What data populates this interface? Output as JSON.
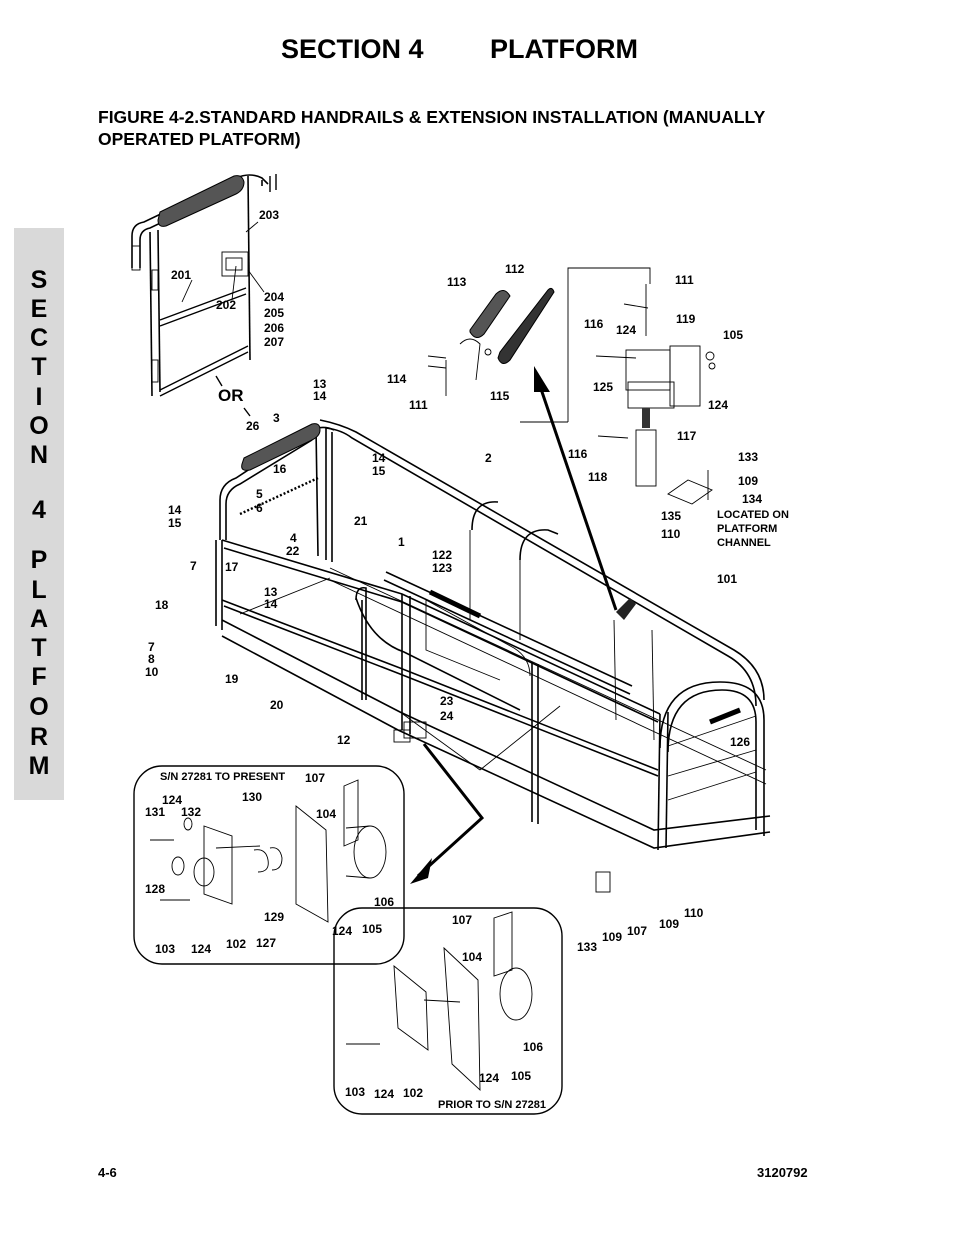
{
  "header": {
    "section": "SECTION 4",
    "title": "PLATFORM"
  },
  "figure_title": "FIGURE 4-2.STANDARD HANDRAILS & EXTENSION INSTALLATION (MANUALLY OPERATED PLATFORM)",
  "side_tab": {
    "letters": [
      "S",
      "E",
      "C",
      "T",
      "I",
      "O",
      "N",
      "4",
      "P",
      "L",
      "A",
      "T",
      "F",
      "O",
      "R",
      "M"
    ]
  },
  "diagram": {
    "or_label": "OR",
    "callouts": {
      "c203": "203",
      "c201": "201",
      "c202": "202",
      "c204": "204",
      "c205": "205",
      "c206": "206",
      "c207": "207",
      "c112": "112",
      "c113": "113",
      "c114": "114",
      "c111a": "111",
      "c115": "115",
      "c111b": "111",
      "c116a": "116",
      "c124a": "124",
      "c119": "119",
      "c105a": "105",
      "c125": "125",
      "c124b": "124",
      "c117": "117",
      "c116b": "116",
      "c118": "118",
      "c133a": "133",
      "c109a": "109",
      "c134": "134",
      "c135": "135",
      "c110a": "110",
      "c13a": "13",
      "c14a": "14",
      "c3": "3",
      "c26": "26",
      "c16": "16",
      "c14b": "14",
      "c15b": "15",
      "c2": "2",
      "c5": "5",
      "c6": "6",
      "c14c": "14",
      "c15c": "15",
      "c21": "21",
      "c4": "4",
      "c22": "22",
      "c1": "1",
      "c122": "122",
      "c123": "123",
      "c7a": "7",
      "c17": "17",
      "c18": "18",
      "c13b": "13",
      "c14d": "14",
      "c7b": "7",
      "c8": "8",
      "c10": "10",
      "c19": "19",
      "c20": "20",
      "c101": "101",
      "c23": "23",
      "c24": "24",
      "c12": "12",
      "c126": "126",
      "c107a": "107",
      "c124c": "124",
      "c131": "131",
      "c132": "132",
      "c130": "130",
      "c104a": "104",
      "c128": "128",
      "c106a": "106",
      "c129": "129",
      "c124d": "124",
      "c105b": "105",
      "c103a": "103",
      "c124e": "124",
      "c102a": "102",
      "c127": "127",
      "c133b": "133",
      "c109b": "109",
      "c107b": "107",
      "c109c": "109",
      "c110b": "110",
      "c107c": "107",
      "c104b": "104",
      "c106b": "106",
      "c103b": "103",
      "c124f": "124",
      "c102b": "102",
      "c124g": "124",
      "c105c": "105"
    },
    "located_note": [
      "LOCATED ON",
      "PLATFORM",
      "CHANNEL"
    ],
    "inset1_label": "S/N 27281 TO PRESENT",
    "inset2_label": "PRIOR TO S/N 27281"
  },
  "footer": {
    "page": "4-6",
    "doc_number": "3120792"
  }
}
